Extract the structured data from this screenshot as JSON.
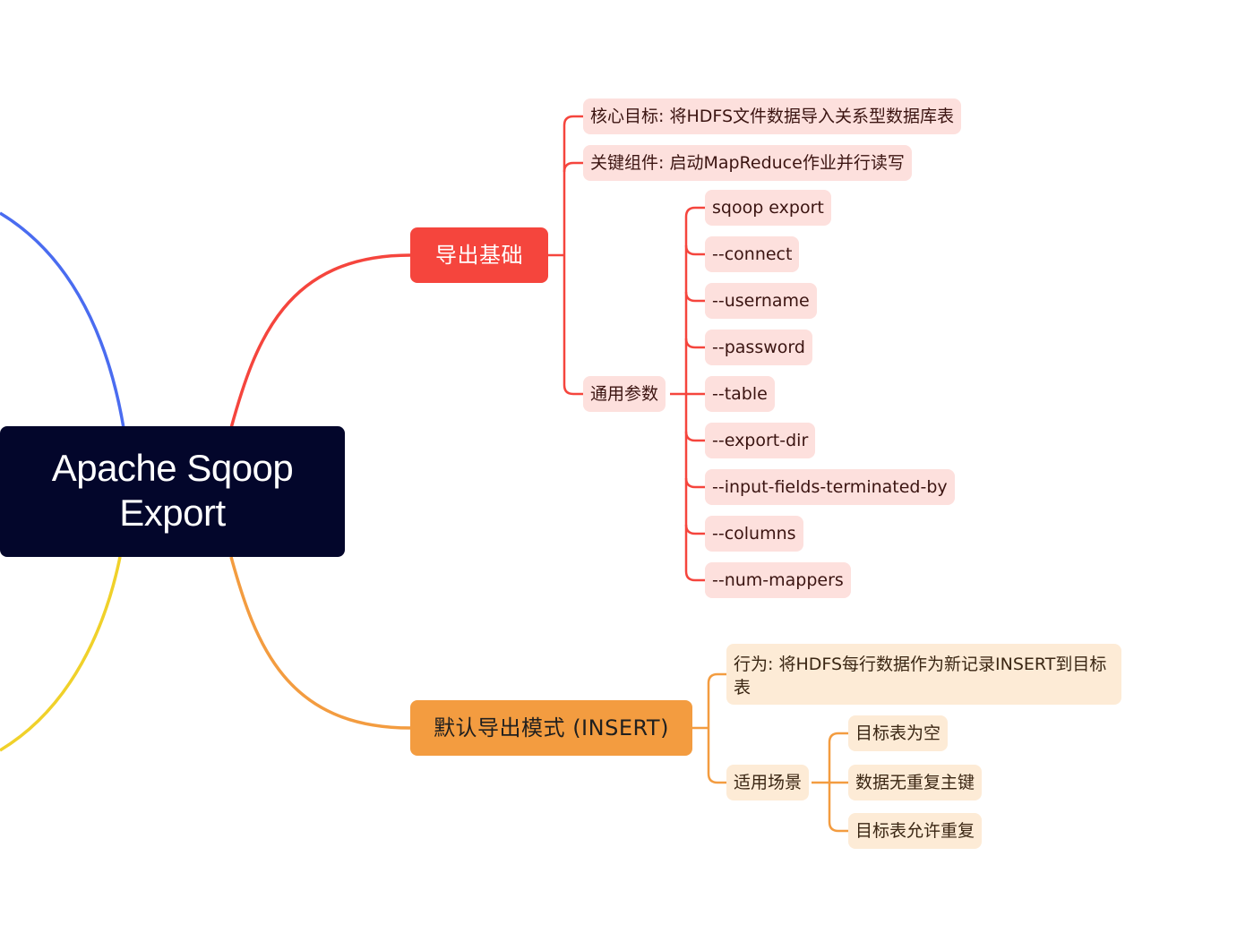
{
  "root": {
    "line1": "Apache Sqoop",
    "line2": "Export"
  },
  "branches": {
    "basics": {
      "label": "导出基础",
      "goal": "核心目标: 将HDFS文件数据导入关系型数据库表",
      "component": "关键组件: 启动MapReduce作业并行读写",
      "params_label": "通用参数",
      "params": [
        "sqoop export",
        "--connect",
        "--username",
        "--password",
        "--table",
        "--export-dir",
        "--input-fields-terminated-by",
        "--columns",
        "--num-mappers"
      ]
    },
    "insert_mode": {
      "label": "默认导出模式 (INSERT)",
      "behavior": "行为: 将HDFS每行数据作为新记录INSERT到目标表",
      "scenarios_label": "适用场景",
      "scenarios": [
        "目标表为空",
        "数据无重复主键",
        "目标表允许重复"
      ]
    }
  },
  "colors": {
    "root": "#03062b",
    "basics": "#f5453d",
    "insert_mode": "#f39c40",
    "offscreen_blue": "#4a6cf0",
    "offscreen_yellow": "#f0d12a"
  }
}
